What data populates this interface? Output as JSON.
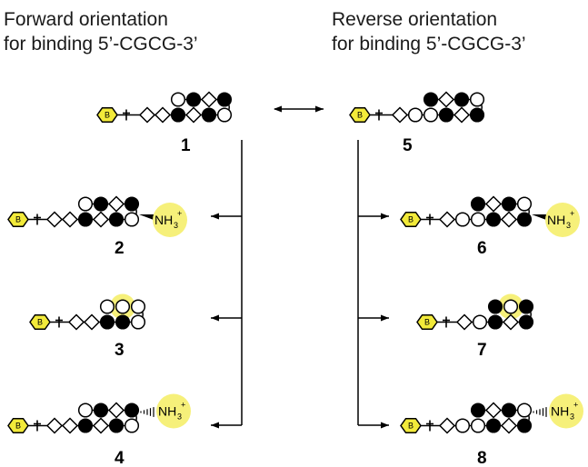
{
  "headers": {
    "forward": [
      "Forward orientation",
      "for binding 5’-CGCG-3’"
    ],
    "reverse": [
      "Reverse orientation",
      "for binding 5’-CGCG-3’"
    ]
  },
  "compounds": [
    {
      "label": "1",
      "side": "forward",
      "tail": "hairpin"
    },
    {
      "label": "5",
      "side": "reverse",
      "tail": "hairpin"
    },
    {
      "label": "2",
      "side": "forward",
      "tail": "NH3+ (beta amino)"
    },
    {
      "label": "6",
      "side": "reverse",
      "tail": "NH3+ (beta amino)"
    },
    {
      "label": "3",
      "side": "forward",
      "tail": "alpha-amino turn (highlighted)"
    },
    {
      "label": "7",
      "side": "reverse",
      "tail": "alpha-amino turn (highlighted)"
    },
    {
      "label": "4",
      "side": "forward",
      "tail": "NH3+ (hashed bond)"
    },
    {
      "label": "8",
      "side": "reverse",
      "tail": "NH3+ (hashed bond)"
    }
  ],
  "labels": {
    "nh3": "NH",
    "nh3_sub": "3",
    "nh3_sup": "+",
    "badge": "B"
  },
  "colors": {
    "highlight": "#f2ea3a",
    "highlight_soft": "#f6f07a",
    "black": "#000000"
  }
}
